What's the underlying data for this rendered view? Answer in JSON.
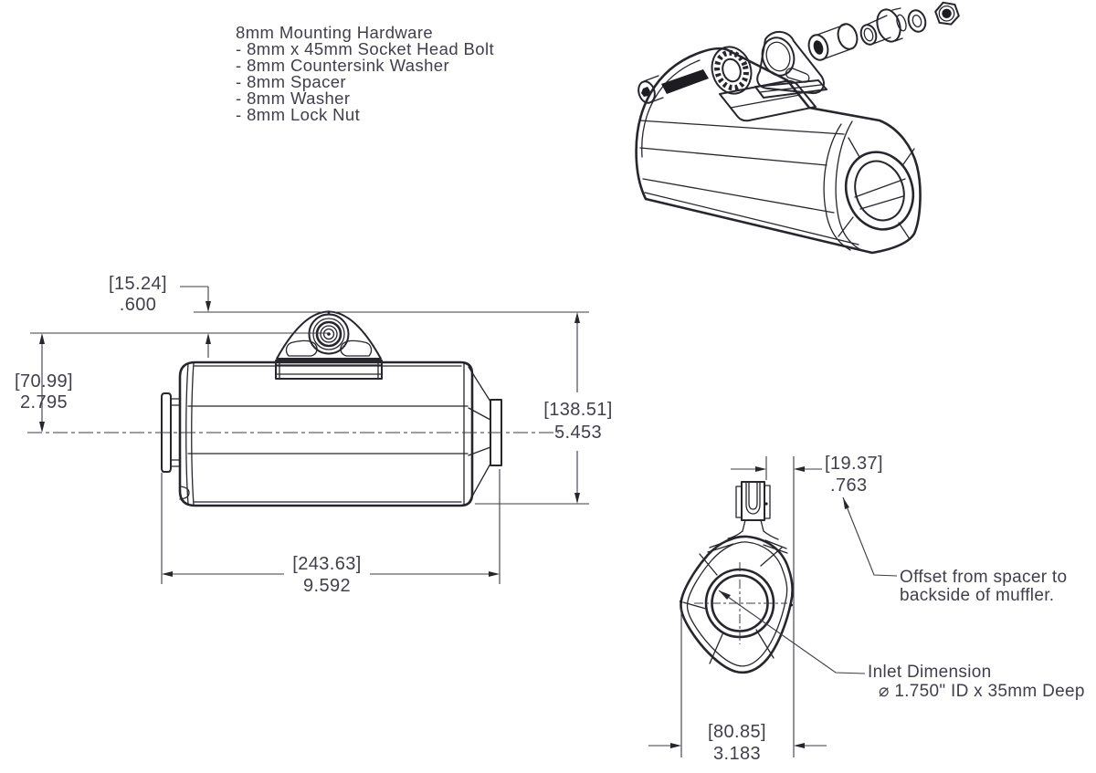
{
  "hardware_list": {
    "title": "8mm Mounting Hardware",
    "items": [
      "- 8mm x 45mm Socket Head Bolt",
      "- 8mm Countersink Washer",
      "- 8mm Spacer",
      "- 8mm Washer",
      "- 8mm Lock Nut"
    ]
  },
  "side_view": {
    "dim_bracket_offset": {
      "mm": "[15.24]",
      "inch": ".600"
    },
    "dim_center_height": {
      "mm": "[70.99]",
      "inch": "2.795"
    },
    "dim_overall_height": {
      "mm": "[138.51]",
      "inch": "5.453"
    },
    "dim_length": {
      "mm": "[243.63]",
      "inch": "9.592"
    }
  },
  "end_view": {
    "dim_spacer_offset": {
      "mm": "[19.37]",
      "inch": ".763"
    },
    "dim_body_width": {
      "mm": "[80.85]",
      "inch": "3.183"
    },
    "note_offset": {
      "line1": "Offset from spacer to",
      "line2": "backside of muffler."
    },
    "note_inlet": {
      "line1": "Inlet Dimension",
      "line2": "⌀ 1.750\" ID x 35mm Deep"
    }
  },
  "colors": {
    "line": "#26262c",
    "text": "#403f4b",
    "background": "#ffffff"
  }
}
